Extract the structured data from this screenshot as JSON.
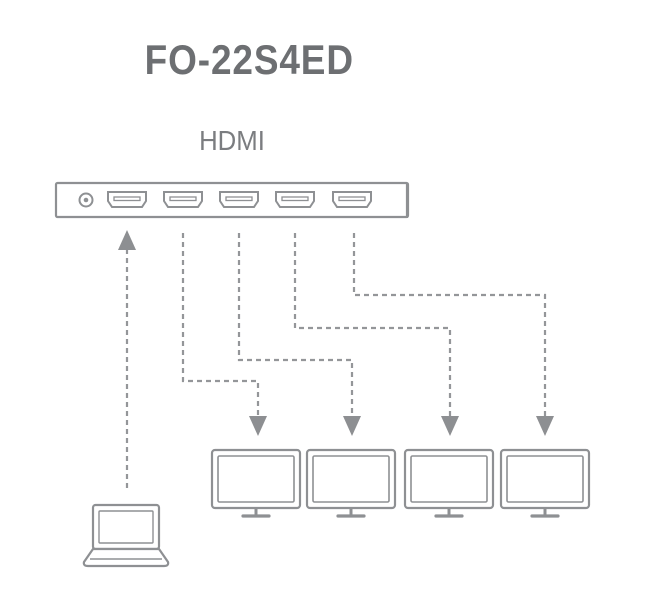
{
  "title": "FO-22S4ED",
  "port_label": "HDMI",
  "colors": {
    "title": "#6d6f72",
    "label": "#7b7d80",
    "line": "#8d8f92",
    "device_stroke": "#8e9093",
    "dash": "#949699",
    "background": "#ffffff"
  },
  "icons": {
    "splitter": "hdmi-splitter-icon",
    "power_jack": "power-jack-icon",
    "hdmi_port": "hdmi-port-icon",
    "laptop": "laptop-icon",
    "monitor": "monitor-icon",
    "arrow": "arrow-icon"
  },
  "source_device": "laptop",
  "output_count": 4
}
